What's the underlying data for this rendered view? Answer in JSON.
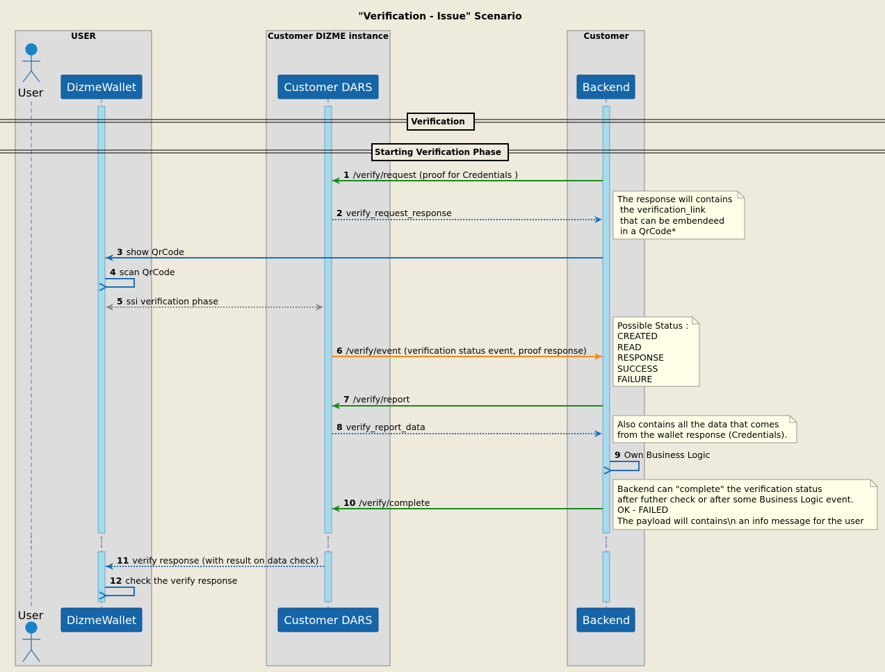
{
  "title": "\"Verification - Issue\" Scenario",
  "colors": {
    "background": "#eeeadc",
    "box_fill": "#dddddd",
    "participant_fill": "#1565a8",
    "activation_fill": "#a6dbe9",
    "sync_arrow": "#1a8a1a",
    "async_arrow": "#1f6fb5",
    "dashed_arrow": "#888888",
    "event_arrow": "#f08a1c",
    "note_fill": "#fefee6"
  },
  "boxes": [
    {
      "id": "user",
      "title": "USER"
    },
    {
      "id": "dizme",
      "title": "Customer DIZME instance"
    },
    {
      "id": "customer",
      "title": "Customer"
    }
  ],
  "participants": [
    {
      "id": "user",
      "label": "User",
      "kind": "actor"
    },
    {
      "id": "wallet",
      "label": "DizmeWallet",
      "kind": "participant"
    },
    {
      "id": "dars",
      "label": "Customer DARS",
      "kind": "participant"
    },
    {
      "id": "backend",
      "label": "Backend",
      "kind": "participant"
    }
  ],
  "dividers": [
    {
      "label": "Verification"
    },
    {
      "label": "Starting Verification Phase"
    }
  ],
  "messages": [
    {
      "num": "1",
      "text": "/verify/request (proof for Credentials )",
      "from": "backend",
      "to": "dars",
      "style": "sync"
    },
    {
      "num": "2",
      "text": "verify_request_response",
      "from": "dars",
      "to": "backend",
      "style": "async-dotted"
    },
    {
      "num": "3",
      "text": "show QrCode",
      "from": "backend",
      "to": "wallet",
      "style": "async"
    },
    {
      "num": "4",
      "text": "scan QrCode",
      "from": "wallet",
      "to": "wallet",
      "style": "self"
    },
    {
      "num": "5",
      "text": "ssi verification phase",
      "from": "wallet",
      "to": "dars",
      "style": "bidirectional"
    },
    {
      "num": "6",
      "text": "/verify/event (verification status event, proof response)",
      "from": "dars",
      "to": "backend",
      "style": "event"
    },
    {
      "num": "7",
      "text": "/verify/report",
      "from": "backend",
      "to": "dars",
      "style": "sync"
    },
    {
      "num": "8",
      "text": "verify_report_data",
      "from": "dars",
      "to": "backend",
      "style": "async-dotted"
    },
    {
      "num": "9",
      "text": "Own Business Logic",
      "from": "backend",
      "to": "backend",
      "style": "self"
    },
    {
      "num": "10",
      "text": "/verify/complete",
      "from": "backend",
      "to": "dars",
      "style": "sync"
    },
    {
      "num": "11",
      "text": "verify response (with result on data check)",
      "from": "dars",
      "to": "wallet",
      "style": "async-dotted"
    },
    {
      "num": "12",
      "text": "check the verify response",
      "from": "wallet",
      "to": "wallet",
      "style": "self"
    }
  ],
  "notes": [
    {
      "lines": [
        "The response will contains",
        " the verification_link",
        " that can be embendeed",
        " in a QrCode*"
      ]
    },
    {
      "lines": [
        "Possible Status :",
        "CREATED",
        "READ",
        "RESPONSE",
        "SUCCESS",
        "FAILURE"
      ]
    },
    {
      "lines": [
        "Also contains all the data that comes",
        "from the wallet response (Credentials)."
      ]
    },
    {
      "lines": [
        "Backend can \"complete\" the verification status",
        "after futher check or after some Business Logic event.",
        "OK - FAILED",
        "The payload will contains\\n an info message for the user"
      ]
    }
  ]
}
